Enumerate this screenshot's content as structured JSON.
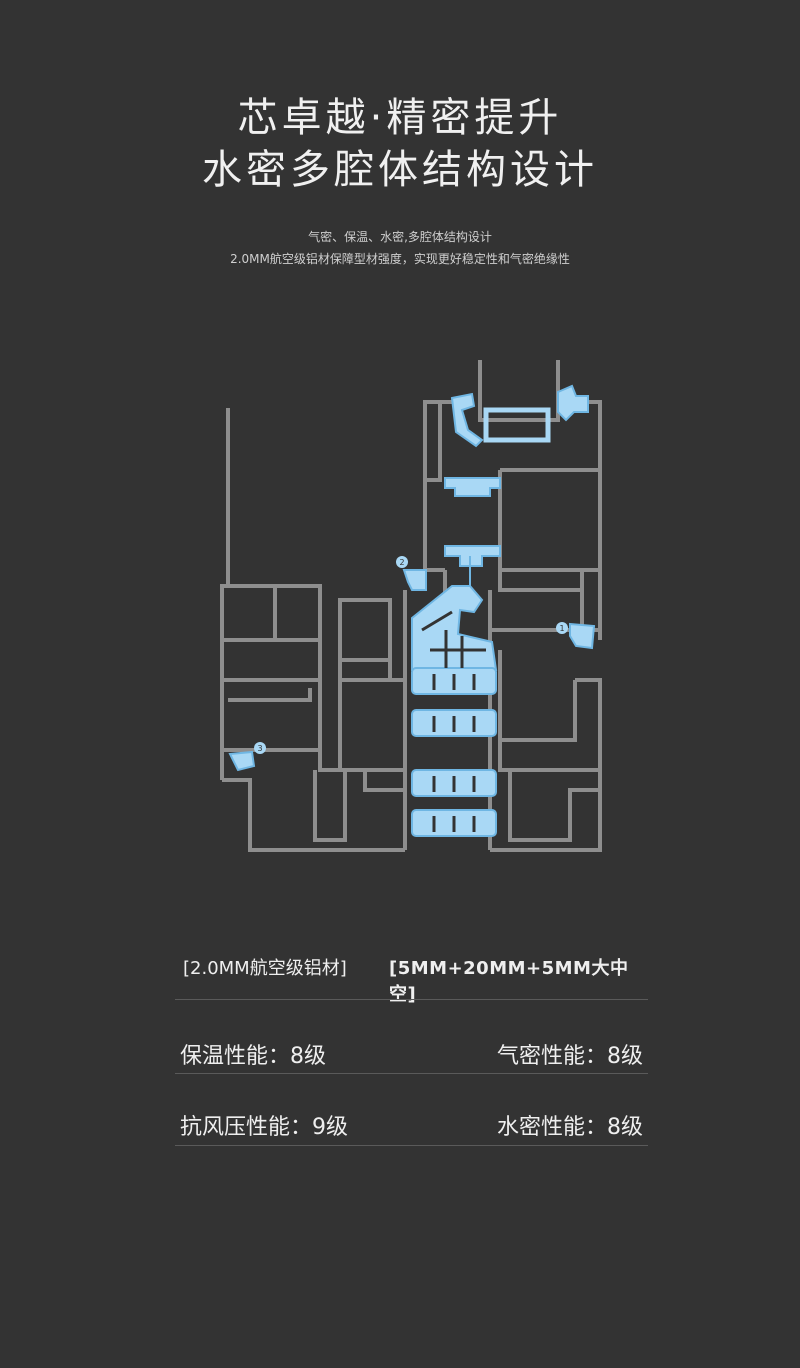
{
  "title": {
    "line1": "芯卓越·精密提升",
    "line2": "水密多腔体结构设计"
  },
  "subtitle": {
    "line1": "气密、保温、水密,多腔体结构设计",
    "line2": "2.0MM航空级铝材保障型材强度，实现更好稳定性和气密绝缘性"
  },
  "diagram": {
    "markers": [
      "1",
      "2",
      "3"
    ],
    "colors": {
      "profile": "#8e8e8e",
      "seal": "#a9d8f5",
      "seal_outline": "#6fb6e3",
      "marker": "#a9d8f5"
    }
  },
  "specs": {
    "material": "[2.0MM航空级铝材]",
    "glass": "[5MM+20MM+5MM大中空]"
  },
  "performance": {
    "insulation": "保温性能：8级",
    "airtight": "气密性能：8级",
    "wind": "抗风压性能：9级",
    "watertight": "水密性能：8级"
  }
}
